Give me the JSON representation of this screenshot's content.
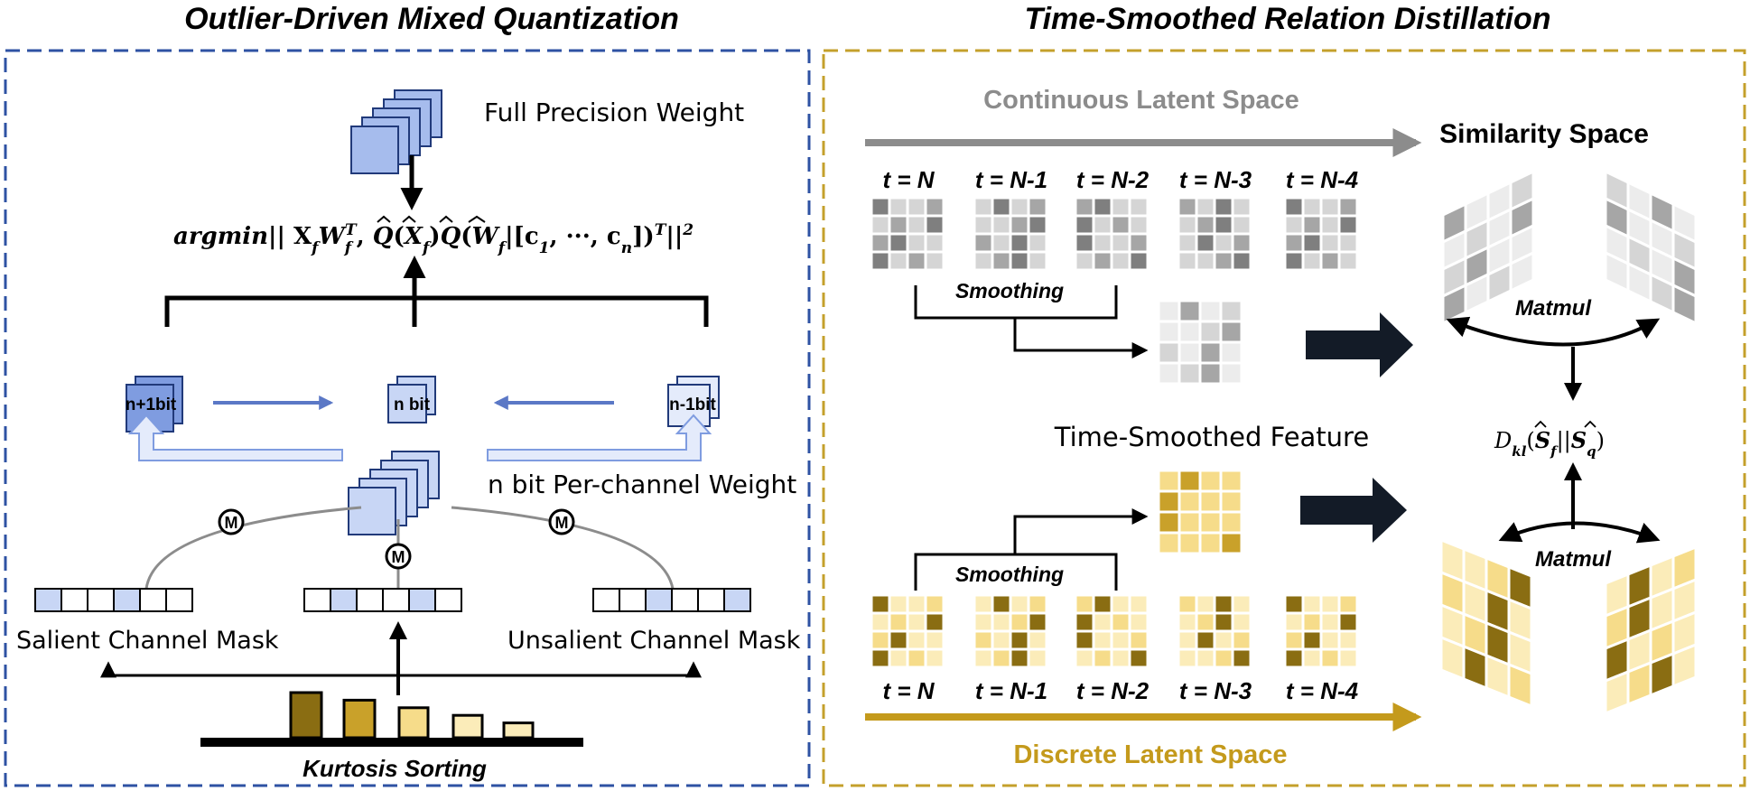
{
  "colors": {
    "blue_frame": "#2e52a3",
    "gold_frame": "#c4a02c",
    "blue_dark": "#7f9ce0",
    "blue_mid": "#a6bced",
    "blue_light": "#c8d6f5",
    "blue_pale": "#e4ebfb",
    "gray_dark": "#7f7f7f",
    "gray_mid": "#a6a6a6",
    "gray_light": "#d5d5d5",
    "gray_pale": "#ececec",
    "gold_dark": "#8a6d12",
    "gold_mid": "#c9a12a",
    "gold_light": "#f6dc8a",
    "gold_pale": "#fbecb9",
    "navy_arrow": "#131b27",
    "accent_gold_text": "#c49a1c",
    "accent_gray_text": "#8c8c8c"
  },
  "left_panel": {
    "title": "Outlier-Driven Mixed Quantization",
    "full_precision_label": "Full Precision Weight",
    "objective": {
      "prefix": "argmin",
      "middle": "|| X",
      "xsub": "f",
      "w": "W",
      "wsub": "f",
      "wsup": "T",
      "comma": ", ",
      "q1": "Q",
      "xhat": "X",
      "xhatsub": "f",
      "q2": "Q",
      "what": "W",
      "whatsub": "f",
      "bracket_open": "|[c",
      "c1sub": "1",
      "dots": ", ···, c",
      "cnsub": "n",
      "bracket_close": "])",
      "tsup": "T",
      "tail": "||",
      "sq": "2"
    },
    "bit_labels": [
      "n+1bit",
      "n bit",
      "n-1bit"
    ],
    "per_channel_label": "n bit Per-channel Weight",
    "mask_symbol": "M",
    "salient_mask_label": "Salient Channel Mask",
    "unsalient_mask_label": "Unsalient Channel Mask",
    "masks": {
      "salient": [
        1,
        0,
        0,
        1,
        0,
        0
      ],
      "middle": [
        0,
        1,
        0,
        0,
        1,
        0
      ],
      "unsalient": [
        0,
        0,
        1,
        0,
        0,
        1
      ]
    },
    "kurtosis_label": "Kurtosis Sorting",
    "kurtosis_values": [
      5,
      4,
      3,
      2,
      1
    ]
  },
  "right_panel": {
    "title": "Time-Smoothed Relation Distillation",
    "continuous_label": "Continuous Latent Space",
    "discrete_label": "Discrete Latent Space",
    "similarity_label": "Similarity Space",
    "timesteps": [
      "t = N",
      "t = N-1",
      "t = N-2",
      "t = N-3",
      "t = N-4"
    ],
    "smoothing_label": "Smoothing",
    "time_smoothed_label": "Time-Smoothed Feature",
    "matmul_label": "Matmul",
    "kl": {
      "d": "D",
      "dsub": "kl",
      "open": "(",
      "sf": "S",
      "sfsub": "f",
      "sep": "||",
      "sq": "S",
      "sqsub": "q",
      "close": ")"
    },
    "grid_pattern": [
      [
        3,
        1,
        1,
        2
      ],
      [
        1,
        2,
        1,
        3
      ],
      [
        2,
        3,
        1,
        1
      ],
      [
        3,
        1,
        2,
        1
      ]
    ]
  }
}
